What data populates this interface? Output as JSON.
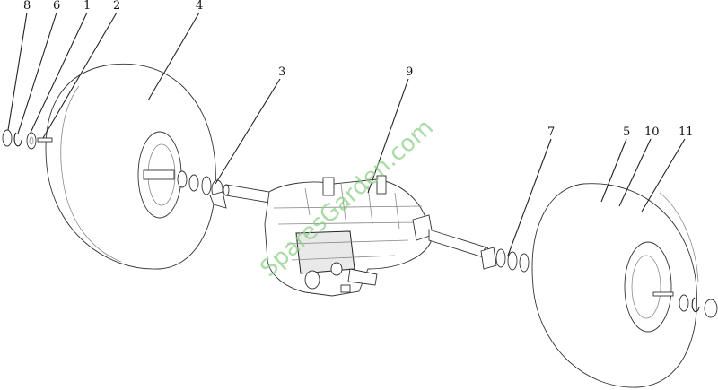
{
  "callouts": [
    {
      "id": "8",
      "label": "8"
    },
    {
      "id": "6",
      "label": "6"
    },
    {
      "id": "1",
      "label": "1"
    },
    {
      "id": "2",
      "label": "2"
    },
    {
      "id": "4",
      "label": "4"
    },
    {
      "id": "3",
      "label": "3"
    },
    {
      "id": "9",
      "label": "9"
    },
    {
      "id": "7",
      "label": "7"
    },
    {
      "id": "5",
      "label": "5"
    },
    {
      "id": "10",
      "label": "10"
    },
    {
      "id": "11",
      "label": "11"
    }
  ],
  "watermark": "SparesGarden.com"
}
